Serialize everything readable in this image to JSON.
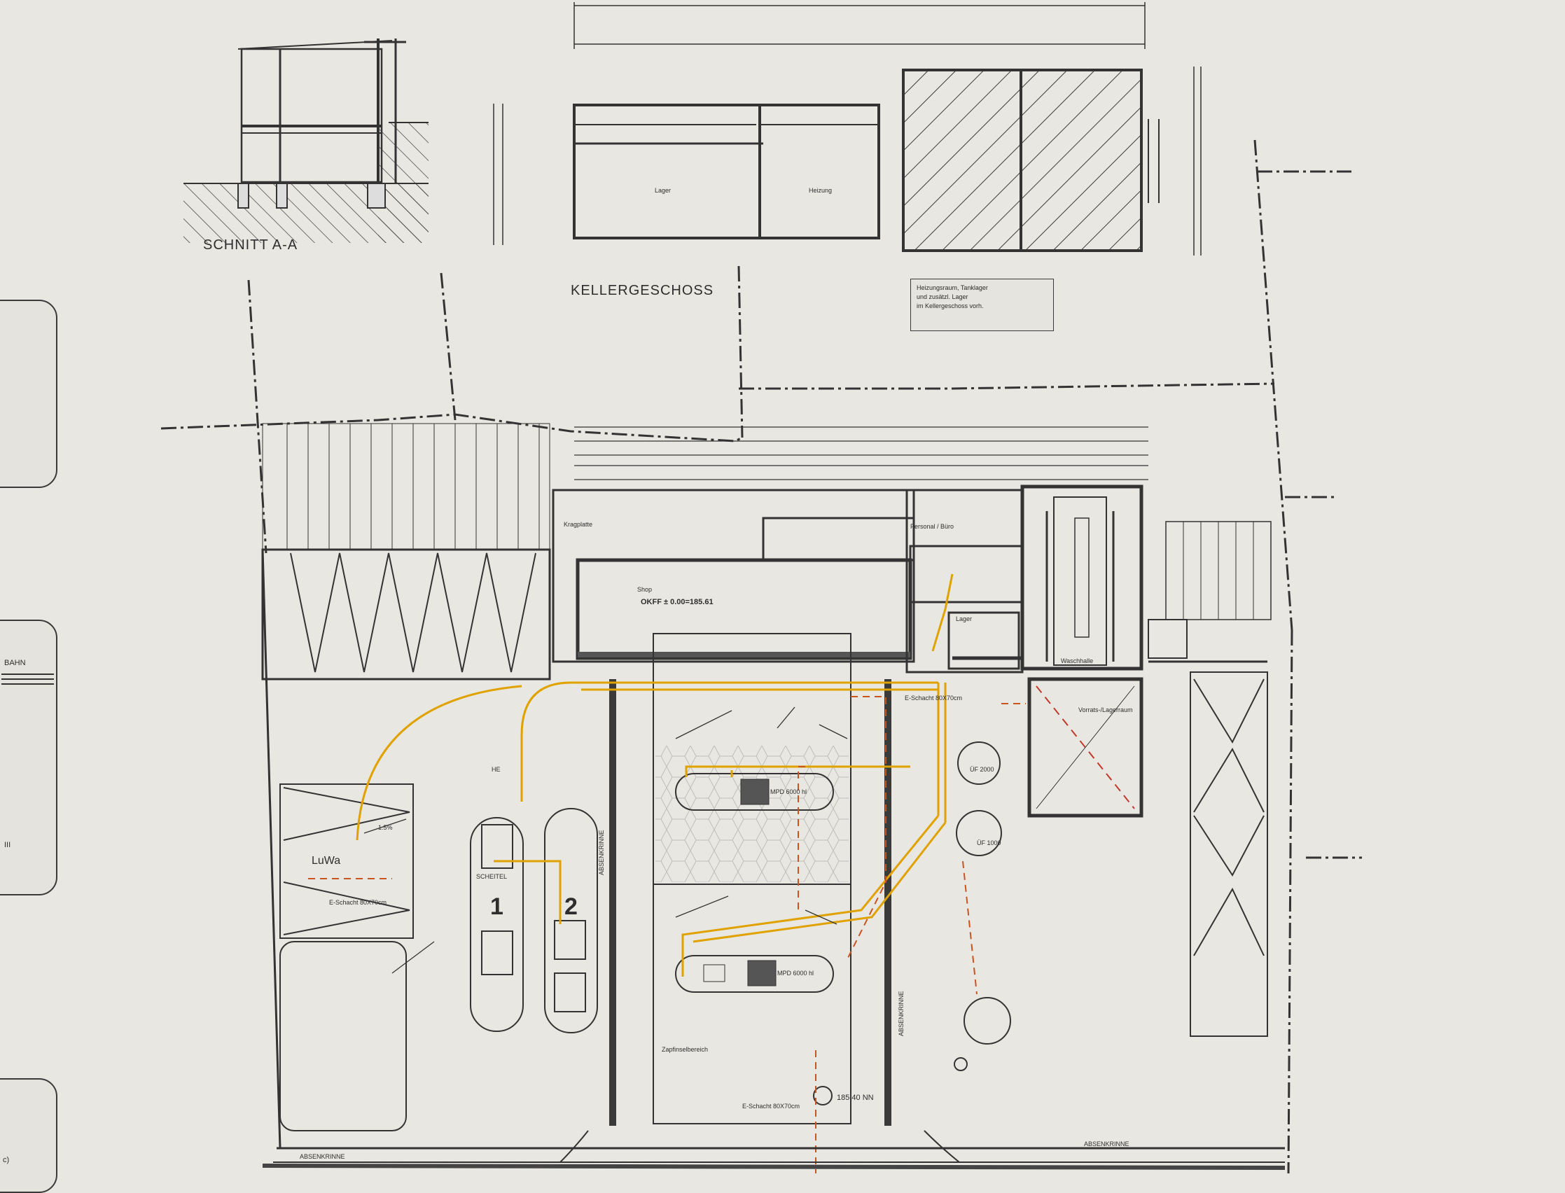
{
  "titles": {
    "section": "SCHNITT A-A",
    "basement": "KELLERGESCHOSS"
  },
  "side_panel": {
    "header": "BAHN",
    "code": "III",
    "bottom_mark": "c)"
  },
  "basement_plan": {
    "room_labels": [
      "Lager",
      "Heizung"
    ],
    "note_lines": [
      "Heizungsraum, Tanklager",
      "und zusätzl. Lager",
      "im Kellergeschoss vorh."
    ]
  },
  "ground_floor": {
    "shop": "Shop",
    "elevation": "OKFF ± 0.00=185.61",
    "office": "Personal / Büro",
    "storage": "Lager",
    "wash": "Waschhalle",
    "side_room": "Vorrats-/Lagerraum",
    "kragplatte": "Kragplatte"
  },
  "site": {
    "luwa": "LuWa",
    "ee_shaft": "E-Schacht 80X70cm",
    "ee_shaft_bottom": "E-Schacht 80X70cm",
    "ee_shaft_top": "E-Schacht 80X70cm",
    "schutzbereich": "SCHEITEL",
    "island1": "1",
    "island2": "2",
    "zapfinsel": "Zapfinselbereich",
    "absenk_left": "ABSENKRINNE",
    "absenk_right": "ABSENKRINNE",
    "absenk_vert_left": "ABSENKRINNE",
    "absenk_vert_right": "ABSENKRINNE",
    "pump_a": "MPD 6000 hl",
    "pump_b": "MPD 6000 hl",
    "tank_labels": [
      "ÜF 2000",
      "ÜF 1000"
    ],
    "elev_main": "185.40 NN",
    "he": "HE",
    "slope": "1.5%"
  }
}
